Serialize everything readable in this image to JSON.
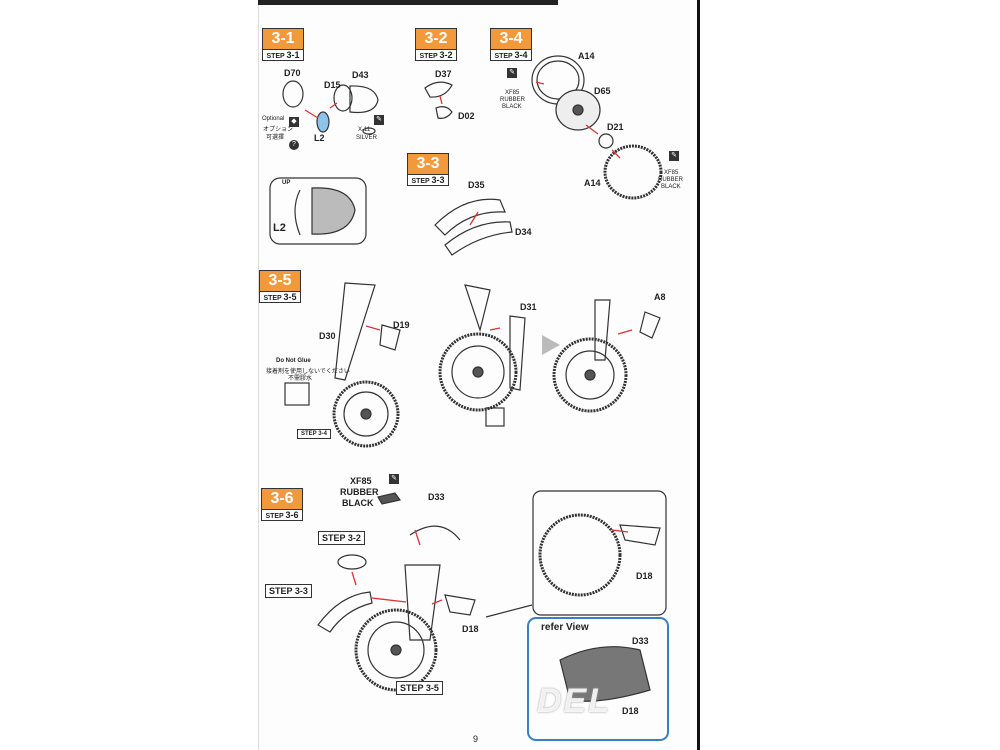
{
  "page_number": "9",
  "watermark": "DEL",
  "steps": {
    "s31": {
      "num": "3-1",
      "step": "STEP",
      "stepn": "3-1"
    },
    "s32": {
      "num": "3-2",
      "step": "STEP",
      "stepn": "3-2"
    },
    "s33": {
      "num": "3-3",
      "step": "STEP",
      "stepn": "3-3"
    },
    "s34": {
      "num": "3-4",
      "step": "STEP",
      "stepn": "3-4"
    },
    "s35": {
      "num": "3-5",
      "step": "STEP",
      "stepn": "3-5"
    },
    "s36": {
      "num": "3-6",
      "step": "STEP",
      "stepn": "3-6"
    }
  },
  "parts": {
    "D70": "D70",
    "D15": "D15",
    "D43": "D43",
    "L2": "L2",
    "L2b": "L2",
    "UP": "UP",
    "D37": "D37",
    "D02": "D02",
    "D35": "D35",
    "D34": "D34",
    "A14a": "A14",
    "A14b": "A14",
    "D65": "D65",
    "D21": "D21",
    "D30": "D30",
    "D19": "D19",
    "D31": "D31",
    "A8": "A8",
    "D33a": "D33",
    "D33b": "D33",
    "D18a": "D18",
    "D18b": "D18",
    "D18c": "D18"
  },
  "notes": {
    "optional": "Optional",
    "optional_jp": "オプション",
    "optional_cn": "可選擇",
    "silver_code": "X-11",
    "silver": "SILVER",
    "xf85": "XF85",
    "rubber": "RUBBER",
    "black": "BLACK",
    "do_not_glue": "Do Not Glue",
    "do_not_glue_jp": "接着剤を使用しないでください",
    "do_not_glue_cn": "不需膠水",
    "refer_view": "refer View"
  },
  "refs": {
    "step34": "STEP 3-4",
    "step32": "STEP 3-2",
    "step33": "STEP 3-3",
    "step35": "STEP 3-5"
  }
}
